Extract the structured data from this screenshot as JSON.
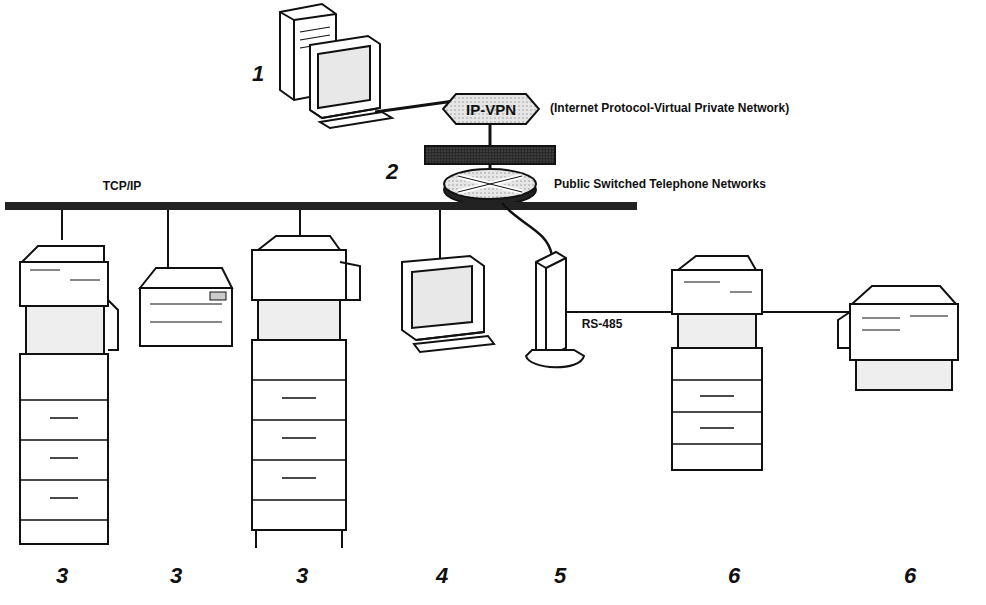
{
  "diagram": {
    "nodes": [
      {
        "text": [
          "IP-VPN"
        ]
      }
    ],
    "labels": [
      "1",
      "(Internet Protocol-Virtual Private Network)",
      "2",
      "Public Switched Telephone Networks",
      "TCP/IP",
      "RS-485",
      "3",
      "3",
      "3",
      "4",
      "5",
      "6",
      "6"
    ]
  }
}
